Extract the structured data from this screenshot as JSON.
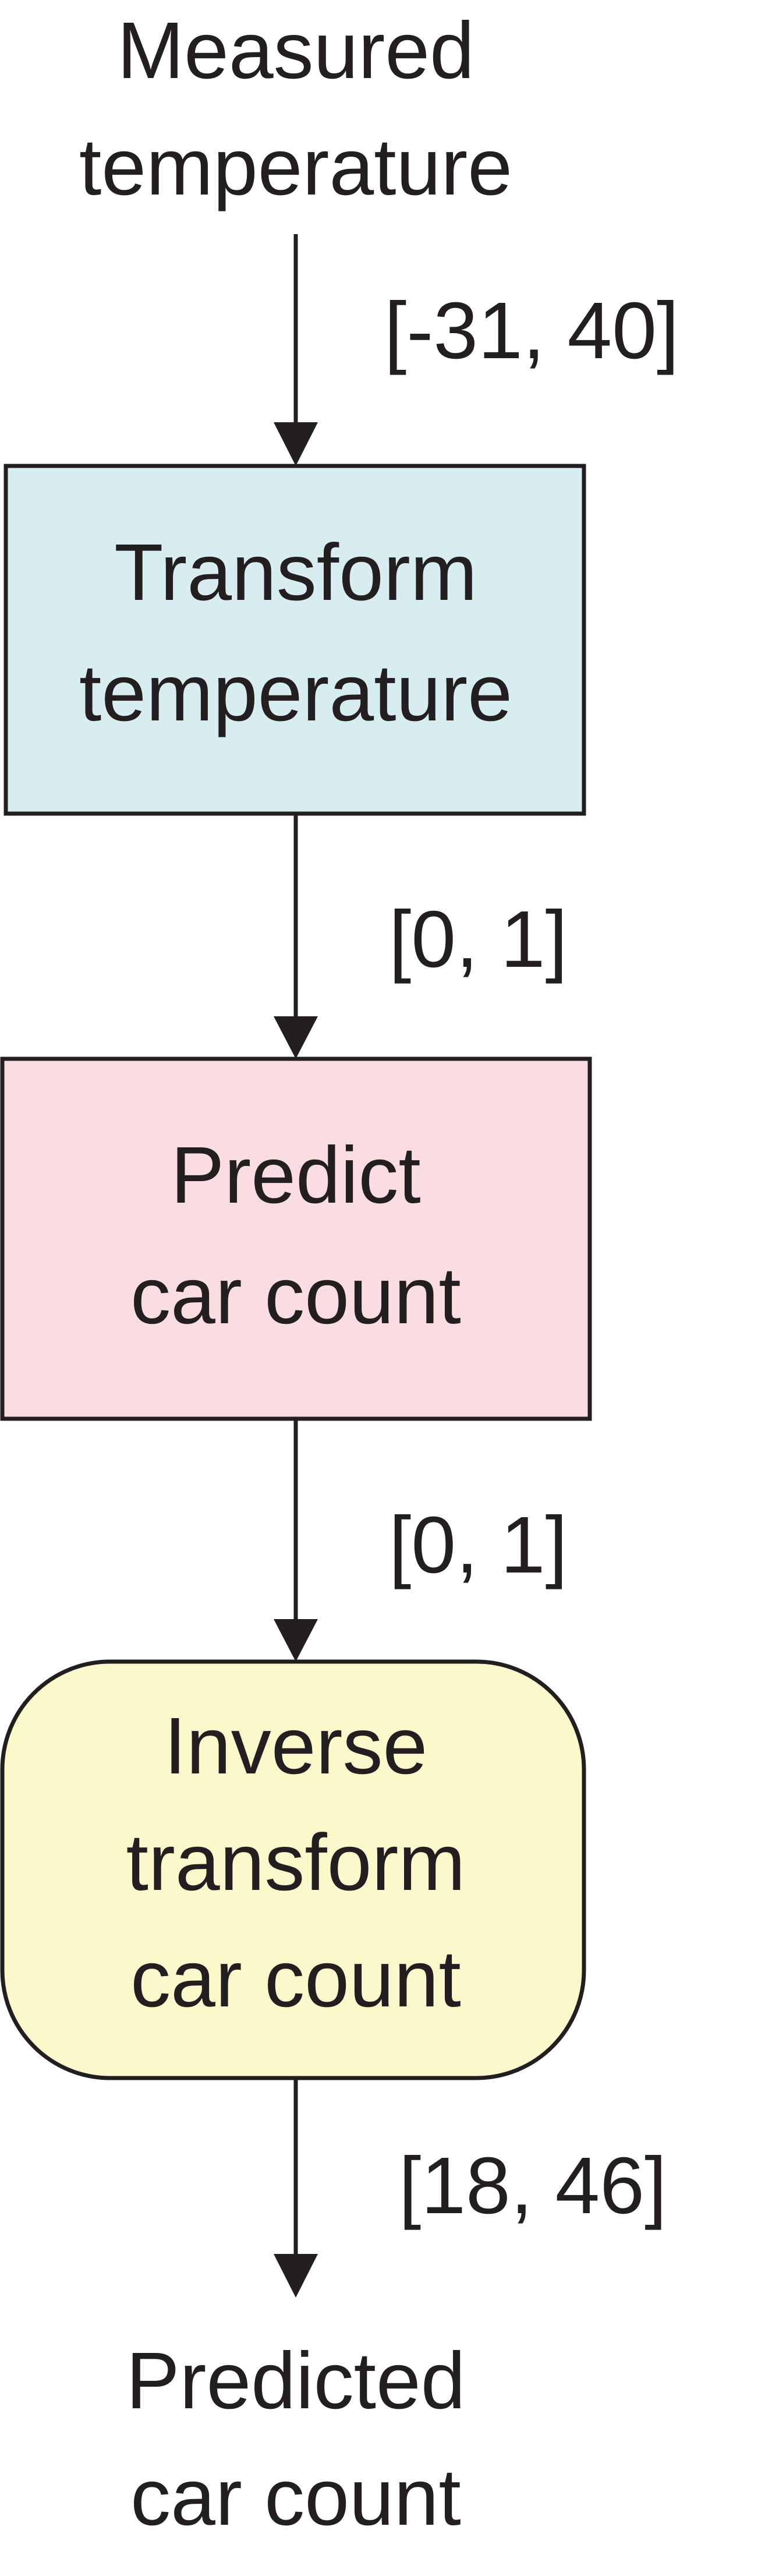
{
  "input": {
    "line1": "Measured",
    "line2": "temperature"
  },
  "nodes": [
    {
      "line1": "Transform",
      "line2": "temperature",
      "line3": "",
      "color": "#d7edf0",
      "shape": "rectangle"
    },
    {
      "line1": "Predict",
      "line2": "car count",
      "line3": "",
      "color": "#f9dde0",
      "shape": "rectangle"
    },
    {
      "line1": "Inverse",
      "line2": "transform",
      "line3": "car count",
      "color": "#fbf9cc",
      "shape": "rounded-rectangle"
    }
  ],
  "ranges": [
    "[-31, 40]",
    "[0, 1]",
    "[0, 1]",
    "[18, 46]"
  ],
  "output": {
    "line1": "Predicted",
    "line2": "car count"
  },
  "colors": {
    "stroke": "#231f20",
    "text": "#231f20"
  }
}
